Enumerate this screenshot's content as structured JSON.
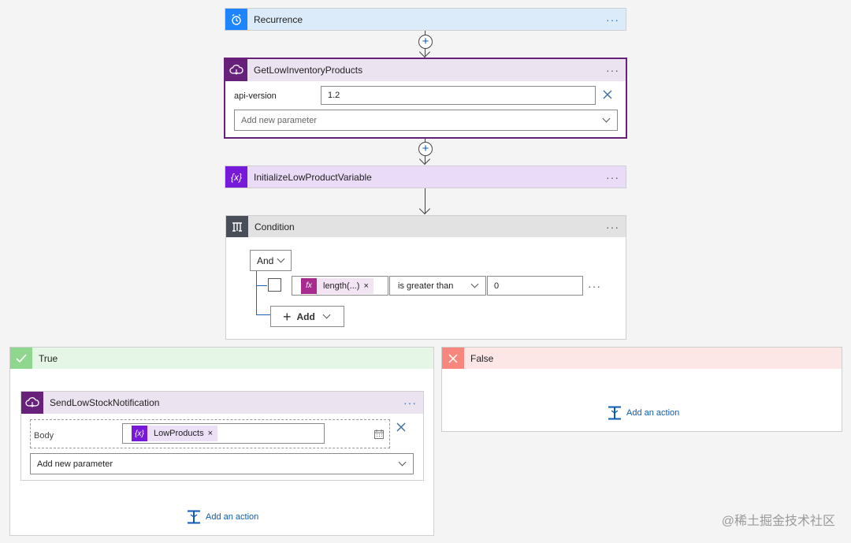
{
  "steps": {
    "recurrence": {
      "title": "Recurrence",
      "more": "···"
    },
    "get_low_inventory": {
      "title": "GetLowInventoryProducts",
      "more": "···",
      "api_version_label": "api-version",
      "api_version_value": "1.2",
      "add_param_placeholder": "Add new parameter"
    },
    "initialize_variable": {
      "title": "InitializeLowProductVariable",
      "more": "···"
    },
    "condition": {
      "title": "Condition",
      "more": "···",
      "group_operator": "And",
      "row": {
        "left_token": "length(...)",
        "operator": "is greater than",
        "right_value": "0",
        "more": "···"
      },
      "add_label": "Add"
    }
  },
  "branches": {
    "true": {
      "title": "True",
      "action": {
        "title": "SendLowStockNotification",
        "more": "···",
        "body_label": "Body",
        "body_token": "LowProducts",
        "add_param_placeholder": "Add new parameter"
      },
      "add_action": "Add an action"
    },
    "false": {
      "title": "False",
      "add_action": "Add an action"
    }
  },
  "watermark": "@稀土掘金技术社区",
  "colors": {
    "recurrence_header": "#dcebfa",
    "recurrence_icon": "#1f85ff",
    "api_header": "#ece3f0",
    "api_icon": "#68217a",
    "variable_header": "#eadcf9",
    "variable_icon": "#7719d9",
    "condition_header": "#e2e2e2",
    "condition_icon": "#484f58",
    "true_header": "#e6f6e6",
    "true_icon": "#8fd68f",
    "false_header": "#fde6e6",
    "false_icon": "#f7877d",
    "link_blue": "#0a5bb5"
  }
}
